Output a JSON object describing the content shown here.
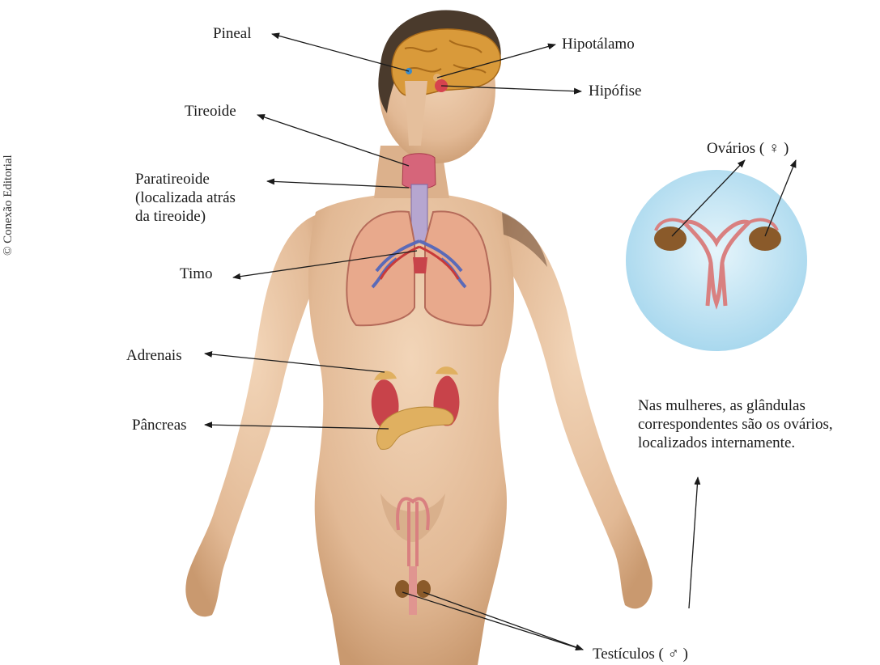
{
  "labels": {
    "pineal": "Pineal",
    "hipotalamo": "Hipotálamo",
    "hipofise": "Hipófise",
    "tireoide": "Tireoide",
    "paratireoide": "Paratireoide\n(localizada atrás\nda tireoide)",
    "timo": "Timo",
    "adrenais": "Adrenais",
    "pancreas": "Pâncreas",
    "ovarios": "Ovários ( ♀ )",
    "testiculos": "Testículos ( ♂ )"
  },
  "note": "Nas mulheres, as glândulas\ncorrespondentes são os ovários,\nlocalizados internamente.",
  "credit": "© Conexão Editorial",
  "colors": {
    "skin": "#e8c3a0",
    "skin_shadow": "#c9996f",
    "hair": "#4a3a2c",
    "brain": "#d99a3a",
    "gland_red": "#d6434e",
    "lung": "#e8a98c",
    "kidney": "#c8434a",
    "pancreas": "#e0b060",
    "ovary": "#8a5a2a",
    "circle": "#bfe3f2",
    "arrow": "#1a1a1a"
  }
}
